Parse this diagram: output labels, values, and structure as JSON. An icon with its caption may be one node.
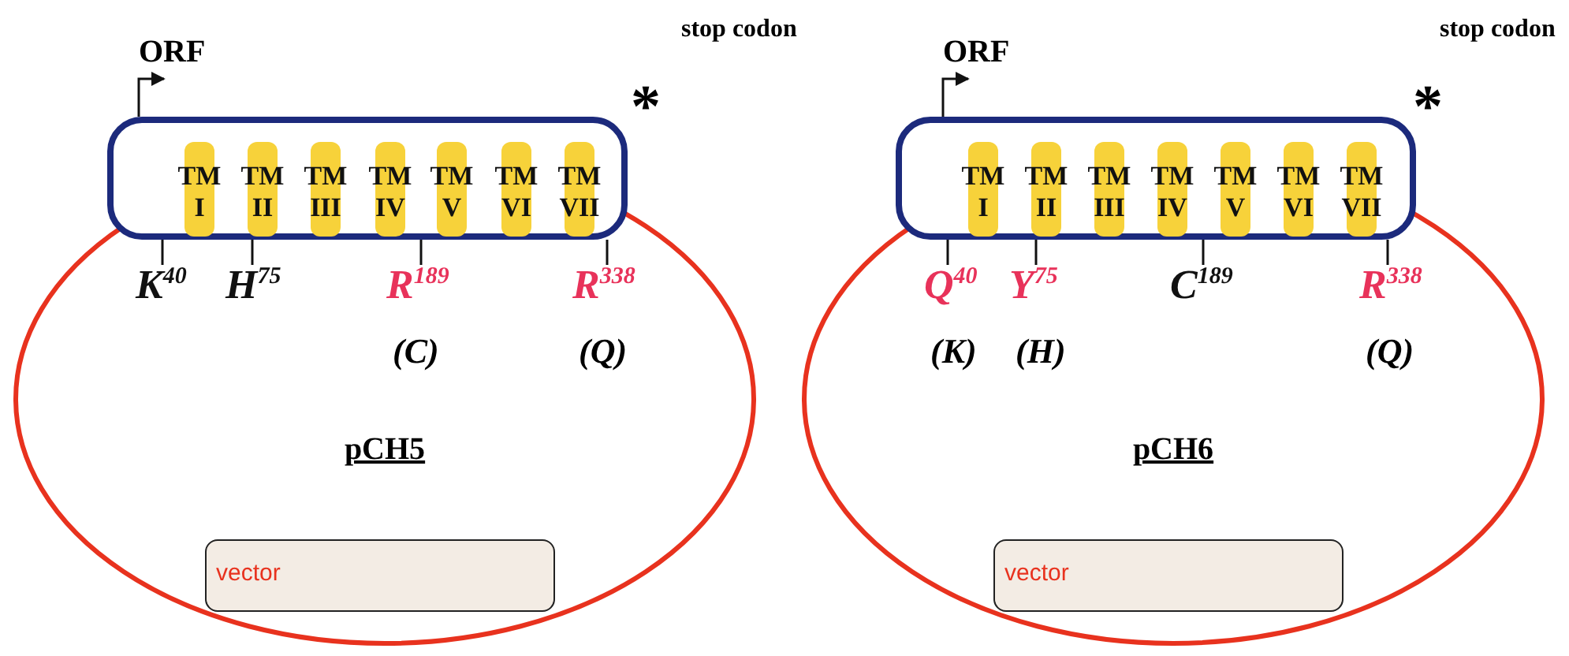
{
  "diagram": {
    "nodes": [
      {
        "text": [
          "pCH5"
        ]
      },
      {
        "text": [],
        "shape": "box"
      },
      {
        "text": [
          "TM I"
        ],
        "in": 1
      },
      {
        "text": [
          "TM II"
        ],
        "in": 1
      },
      {
        "text": [
          "TM III"
        ],
        "in": 1
      },
      {
        "text": [
          "TM IV"
        ],
        "in": 1
      },
      {
        "text": [
          "TM V"
        ],
        "in": 1
      },
      {
        "text": [
          "TM VI"
        ],
        "in": 1
      },
      {
        "text": [
          "TM VII"
        ],
        "in": 1
      },
      {
        "text": [
          "vector"
        ],
        "in": 0
      },
      {
        "text": [
          "K$^{40}$"
        ],
        "in": 0
      },
      {
        "text": [
          "H$^{75}$"
        ],
        "in": 0
      },
      {
        "text": [
          "R$^{189}$"
        ],
        "in": 0,
        "beside": [
          "(C)"
        ]
      },
      {
        "text": [
          "R$^{338}$"
        ],
        "in": 0,
        "beside": [
          "(Q)"
        ]
      },
      {
        "text": [
          "pCH6"
        ]
      },
      {
        "text": [],
        "shape": "box"
      },
      {
        "text": [
          "TM I"
        ],
        "in": 15
      },
      {
        "text": [
          "TM II"
        ],
        "in": 15
      },
      {
        "text": [
          "TM III"
        ],
        "in": 15
      },
      {
        "text": [
          "TM IV"
        ],
        "in": 15
      },
      {
        "text": [
          "TM V"
        ],
        "in": 15
      },
      {
        "text": [
          "TM VI"
        ],
        "in": 15
      },
      {
        "text": [
          "TM VII"
        ],
        "in": 15
      },
      {
        "text": [
          "vector"
        ],
        "in": 14
      },
      {
        "text": [
          "Q$^{40}$"
        ],
        "in": 14,
        "beside": [
          "(K)"
        ]
      },
      {
        "text": [
          "Y$^{75}$"
        ],
        "in": 14,
        "beside": [
          "(H)"
        ]
      },
      {
        "text": [
          "C$^{189}$"
        ],
        "in": 14
      },
      {
        "text": [
          "R$^{338}$"
        ],
        "in": 14,
        "beside": [
          "(Q)"
        ]
      }
    ],
    "edges": [
      {
        "from": 10,
        "to": 1,
        "arrow": "none"
      },
      {
        "from": 11,
        "to": 1,
        "arrow": "none"
      },
      {
        "from": 12,
        "to": 1,
        "arrow": "none"
      },
      {
        "from": 13,
        "to": 1,
        "arrow": "none"
      },
      {
        "from": 24,
        "to": 15,
        "arrow": "none"
      },
      {
        "from": 25,
        "to": 15,
        "arrow": "none"
      },
      {
        "from": 26,
        "to": 15,
        "arrow": "none"
      },
      {
        "from": 27,
        "to": 15,
        "arrow": "none"
      }
    ],
    "labels": [
      "stop codon",
      "ORF",
      "*",
      "stop codon",
      "ORF",
      "*"
    ]
  }
}
